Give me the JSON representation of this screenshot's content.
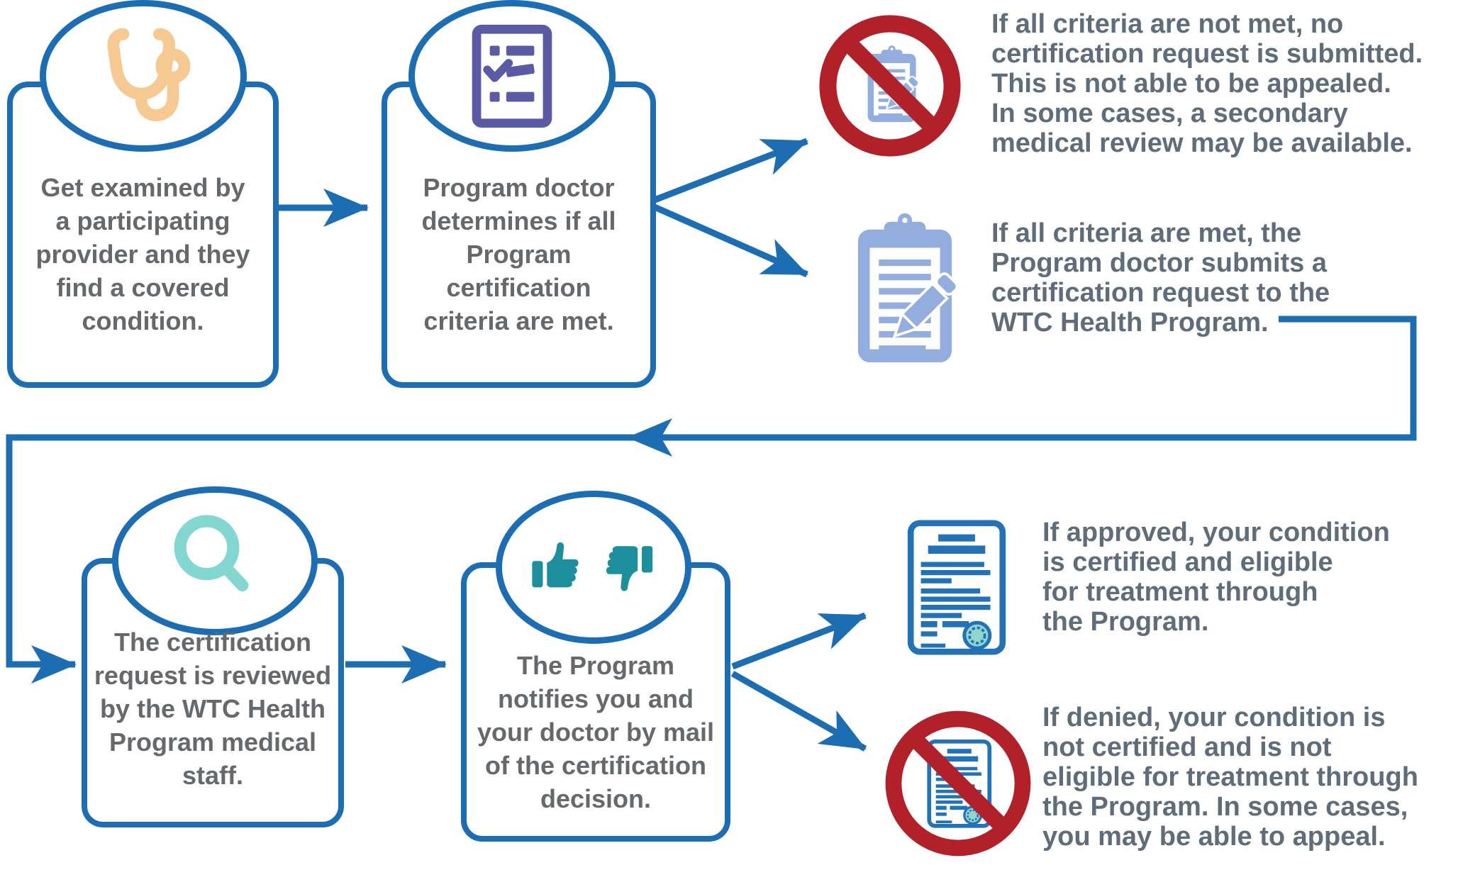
{
  "flow": {
    "steps": [
      {
        "name": "examined",
        "icon": "stethoscope-icon",
        "lines": [
          "Get examined by",
          "a participating",
          "provider and they",
          "find a covered",
          "condition."
        ]
      },
      {
        "name": "doctor-determination",
        "icon": "checklist-icon",
        "lines": [
          "Program doctor",
          "determines if all",
          "Program",
          "certification",
          "criteria are met."
        ]
      },
      {
        "name": "request-review",
        "icon": "magnifying-glass-icon",
        "lines": [
          "The certification",
          "request is reviewed",
          "by the WTC Health",
          "Program medical",
          "staff."
        ]
      },
      {
        "name": "decision-notification",
        "icon": "thumbs-up-down-icon",
        "lines": [
          "The Program",
          "notifies you and",
          "your doctor by mail",
          "of the certification",
          "decision."
        ]
      }
    ],
    "outcomes": [
      {
        "name": "criteria-not-met",
        "icon": "prohibited-clipboard-icon",
        "lines": [
          "If all criteria are not met, no",
          "certification request is submitted.",
          "This is not able to be appealed.",
          "In some cases, a secondary",
          "medical review may be available."
        ]
      },
      {
        "name": "criteria-met",
        "icon": "clipboard-pencil-icon",
        "lines": [
          "If all criteria are met, the",
          "Program doctor submits a",
          "certification request to the",
          "WTC Health Program."
        ]
      },
      {
        "name": "approved",
        "icon": "certificate-document-icon",
        "lines": [
          "If approved, your condition",
          "is certified and eligible",
          "for treatment through",
          "the Program."
        ]
      },
      {
        "name": "denied",
        "icon": "prohibited-certificate-icon",
        "lines": [
          "If denied, your condition is",
          "not certified and is not",
          "eligible for treatment through",
          "the Program. In some cases,",
          "you may be able to appeal."
        ]
      }
    ]
  },
  "colors": {
    "flow_blue": "#1c6db2",
    "step_text_gray": "#66696c",
    "outcome_text_slate": "#5f6c7a",
    "stethoscope_orange": "#f6c992",
    "checklist_purple": "#5b5aa5",
    "magnifier_teal": "#82d8d0",
    "thumbs_teal": "#1d8e9c",
    "clipboard_blue": "#93aede",
    "prohibition_red": "#b2202a",
    "document_blue": "#2272b5",
    "seal_teal": "#8fd6cf"
  }
}
